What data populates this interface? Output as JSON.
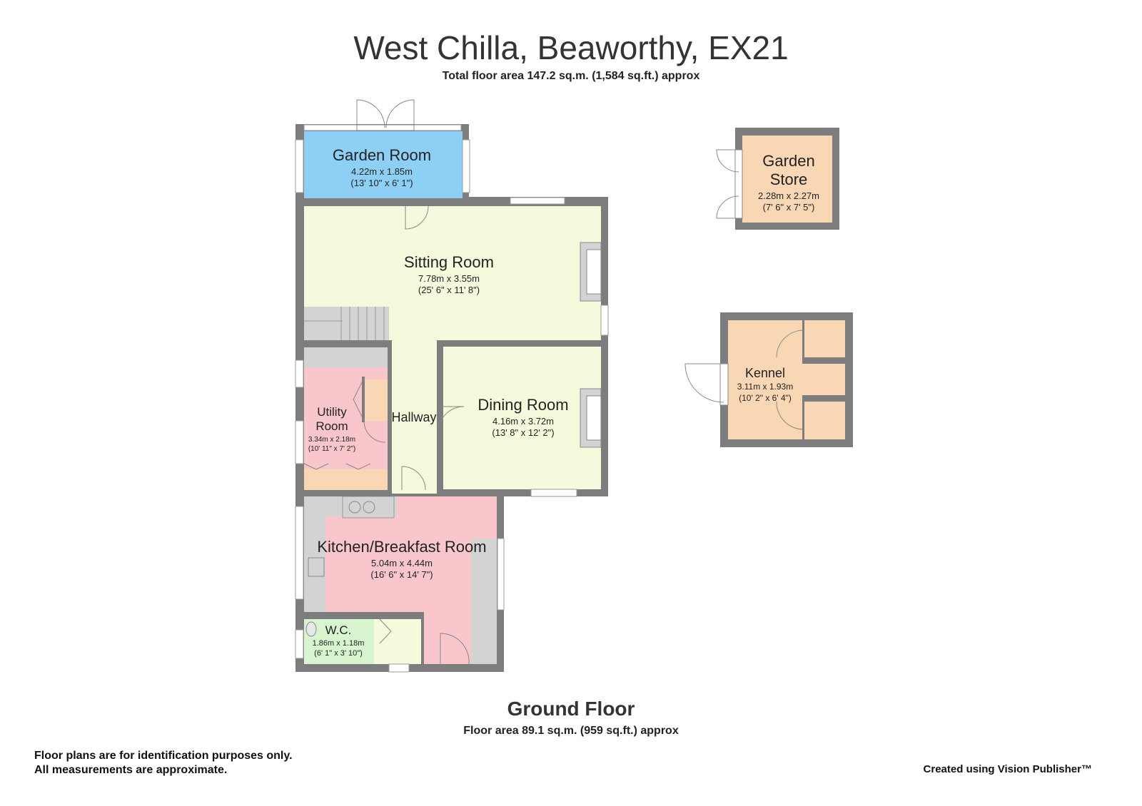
{
  "header": {
    "title": "West Chilla, Beaworthy, EX21",
    "total_area": "Total floor area 147.2 sq.m. (1,584 sq.ft.) approx"
  },
  "floor": {
    "name": "Ground Floor",
    "area": "Floor area 89.1 sq.m. (959 sq.ft.) approx"
  },
  "rooms": {
    "garden_room": {
      "name": "Garden Room",
      "metric": "4.22m x 1.85m",
      "imperial": "(13' 10\" x 6' 1\")",
      "color": "#8ecff5"
    },
    "sitting_room": {
      "name": "Sitting Room",
      "metric": "7.78m x 3.55m",
      "imperial": "(25' 6\" x 11' 8\")",
      "color": "#f7f9dd"
    },
    "utility_room": {
      "name_line1": "Utility",
      "name_line2": "Room",
      "metric": "3.34m x 2.18m",
      "imperial": "(10' 11\" x 7' 2\")",
      "color": "#f9c6cc"
    },
    "hallway": {
      "name": "Hallway",
      "color": "#f7f9dd"
    },
    "dining_room": {
      "name": "Dining Room",
      "metric": "4.16m x 3.72m",
      "imperial": "(13' 8\" x 12' 2\")",
      "color": "#f7f9dd"
    },
    "kitchen": {
      "name": "Kitchen/Breakfast Room",
      "metric": "5.04m x 4.44m",
      "imperial": "(16' 6\" x 14' 7\")",
      "color": "#f9c6cc"
    },
    "wc": {
      "name": "W.C.",
      "metric": "1.86m x 1.18m",
      "imperial": "(6' 1\" x 3' 10\")",
      "color": "#d8f5d0"
    },
    "garden_store": {
      "name_line1": "Garden",
      "name_line2": "Store",
      "metric": "2.28m x 2.27m",
      "imperial": "(7' 6\" x 7' 5\")",
      "color": "#f9d6b4"
    },
    "kennel": {
      "name": "Kennel",
      "metric": "3.11m x 1.93m",
      "imperial": "(10' 2\" x 6' 4\")",
      "color": "#f9d6b4"
    }
  },
  "colors": {
    "wall": "#7d7d7d",
    "worktop": "#d3d3d3"
  },
  "footer": {
    "disclaimer_line1": "Floor plans are for identification purposes only.",
    "disclaimer_line2": "All measurements are approximate.",
    "credit": "Created using Vision Publisher™"
  }
}
